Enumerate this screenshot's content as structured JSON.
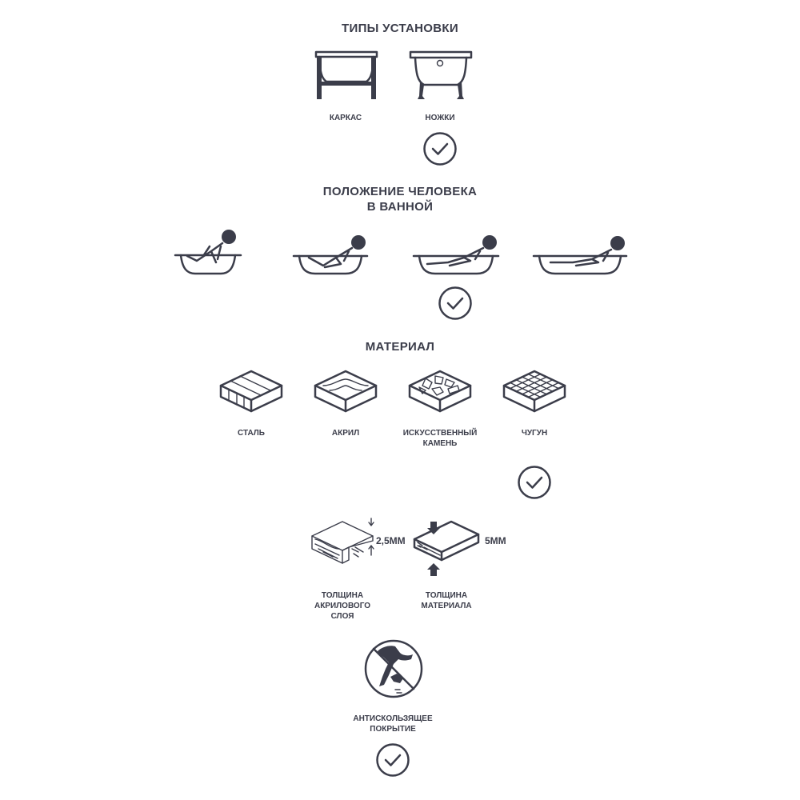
{
  "installation": {
    "title": "ТИПЫ УСТАНОВКИ",
    "options": [
      {
        "label": "КАРКАС",
        "icon": "bathtub-frame-icon",
        "selected": false
      },
      {
        "label": "НОЖКИ",
        "icon": "bathtub-legs-icon",
        "selected": true
      }
    ]
  },
  "position": {
    "title_line1": "ПОЛОЖЕНИЕ ЧЕЛОВЕКА",
    "title_line2": "В ВАННОЙ",
    "options": [
      {
        "icon": "person-sitting-icon",
        "selected": false
      },
      {
        "icon": "person-half-reclined-icon",
        "selected": false
      },
      {
        "icon": "person-reclined-icon",
        "selected": true
      },
      {
        "icon": "person-lying-icon",
        "selected": false
      }
    ]
  },
  "material": {
    "title": "МАТЕРИАЛ",
    "options": [
      {
        "label": "СТАЛЬ",
        "icon": "steel-icon",
        "selected": false
      },
      {
        "label": "АКРИЛ",
        "icon": "acrylic-icon",
        "selected": false
      },
      {
        "label_line1": "ИСКУССТВЕННЫЙ",
        "label_line2": "КАМЕНЬ",
        "icon": "artificial-stone-icon",
        "selected": false
      },
      {
        "label": "ЧУГУН",
        "icon": "cast-iron-icon",
        "selected": true
      }
    ]
  },
  "thickness": {
    "acrylic_layer": {
      "value": "2,5ММ",
      "label_line1": "ТОЛЩИНА",
      "label_line2": "АКРИЛОВОГО",
      "label_line3": "СЛОЯ",
      "icon": "acrylic-layer-icon"
    },
    "material": {
      "value": "5ММ",
      "label_line1": "ТОЛЩИНА",
      "label_line2": "МАТЕРИАЛА",
      "icon": "material-thickness-icon"
    }
  },
  "antislip": {
    "label_line1": "АНТИСКОЛЬЗЯЩЕЕ",
    "label_line2": "ПОКРЫТИЕ",
    "icon": "anti-slip-icon",
    "selected": true
  },
  "colors": {
    "ink": "#3b3d4a",
    "background": "#ffffff"
  }
}
